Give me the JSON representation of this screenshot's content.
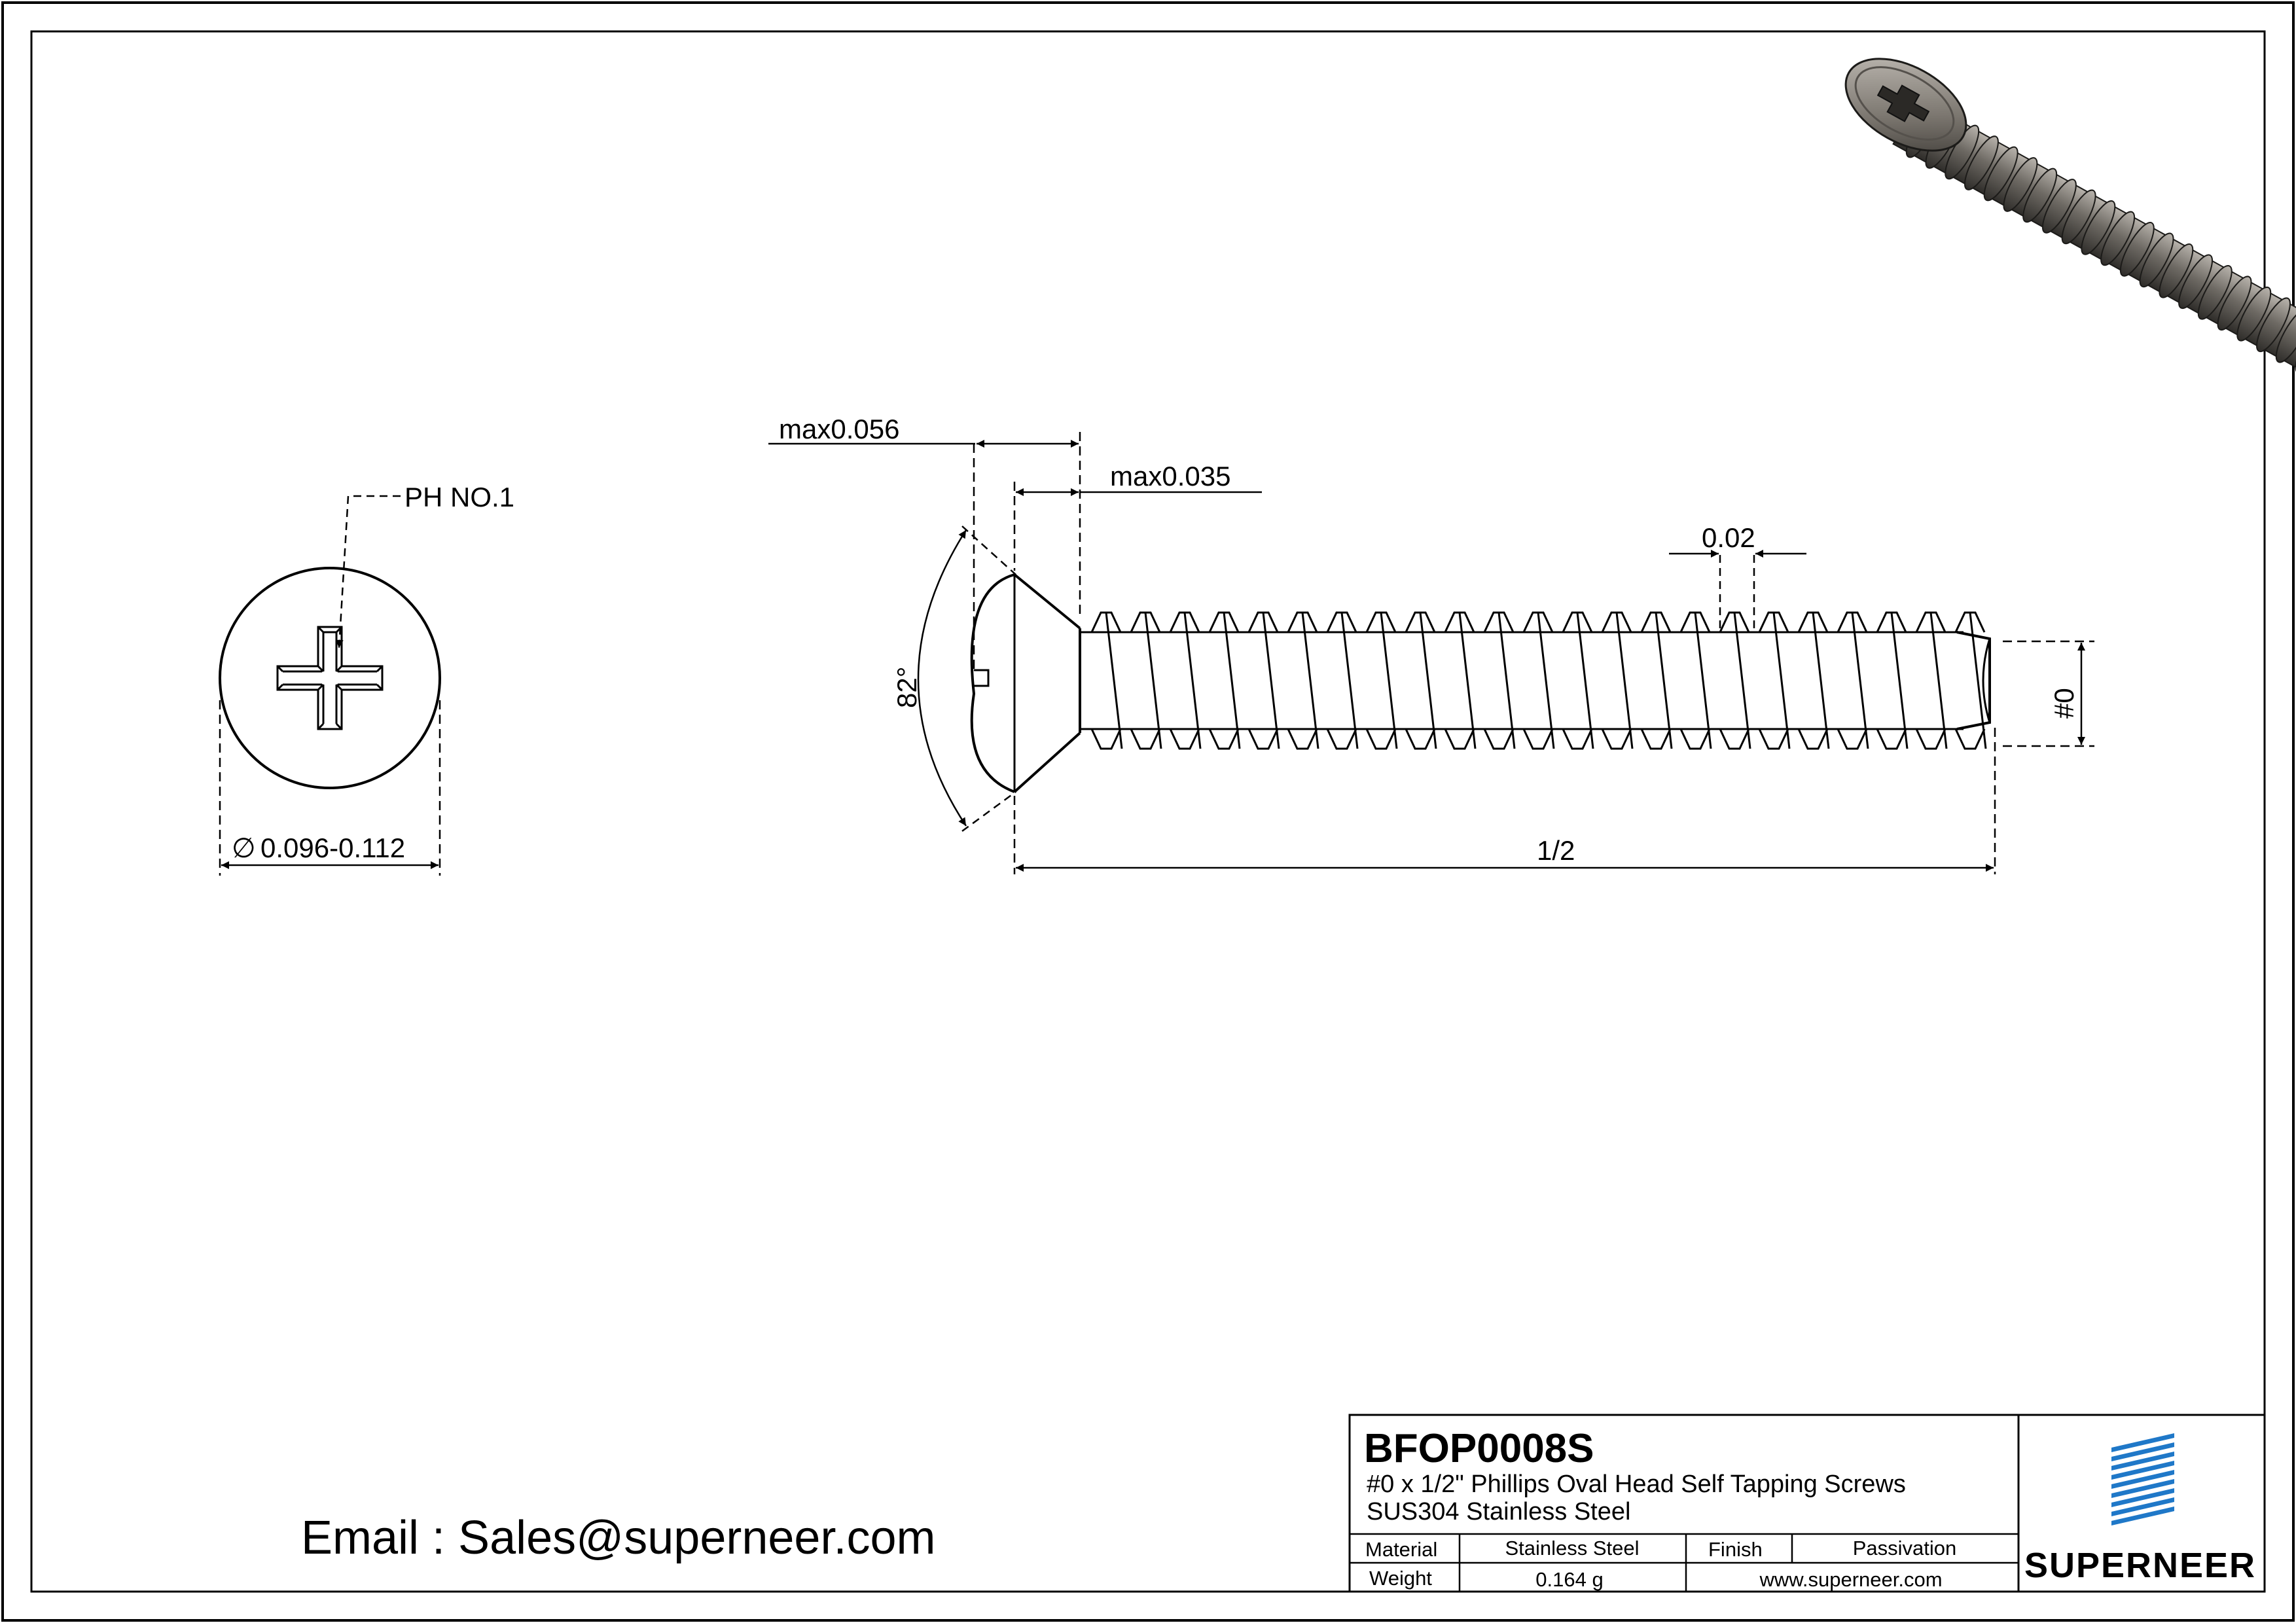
{
  "drawing": {
    "head_view": {
      "drive_label": "PH NO.1",
      "diameter_symbol": "∅",
      "diameter_value": "0.096-0.112"
    },
    "side_view": {
      "head_width": "max0.056",
      "head_height": "max0.035",
      "angle": "82°",
      "thread_pitch_dim": "0.02",
      "size": "#0",
      "length": "1/2"
    }
  },
  "contact": {
    "email_line": "Email : Sales@superneer.com"
  },
  "title_block": {
    "part_number": "BFOP0008S",
    "description": "#0 x 1/2\" Phillips Oval Head Self Tapping Screws",
    "material_spec": "SUS304 Stainless Steel",
    "rows": [
      {
        "label1": "Material",
        "value1": "Stainless Steel",
        "label2": "Finish",
        "value2": "Passivation"
      },
      {
        "label1": "Weight",
        "value1": "0.164 g",
        "link": "www.superneer.com"
      }
    ],
    "logo_text": "SUPERNEER",
    "brand_color": "#1f78c8",
    "link_color": "#1f78c8"
  }
}
